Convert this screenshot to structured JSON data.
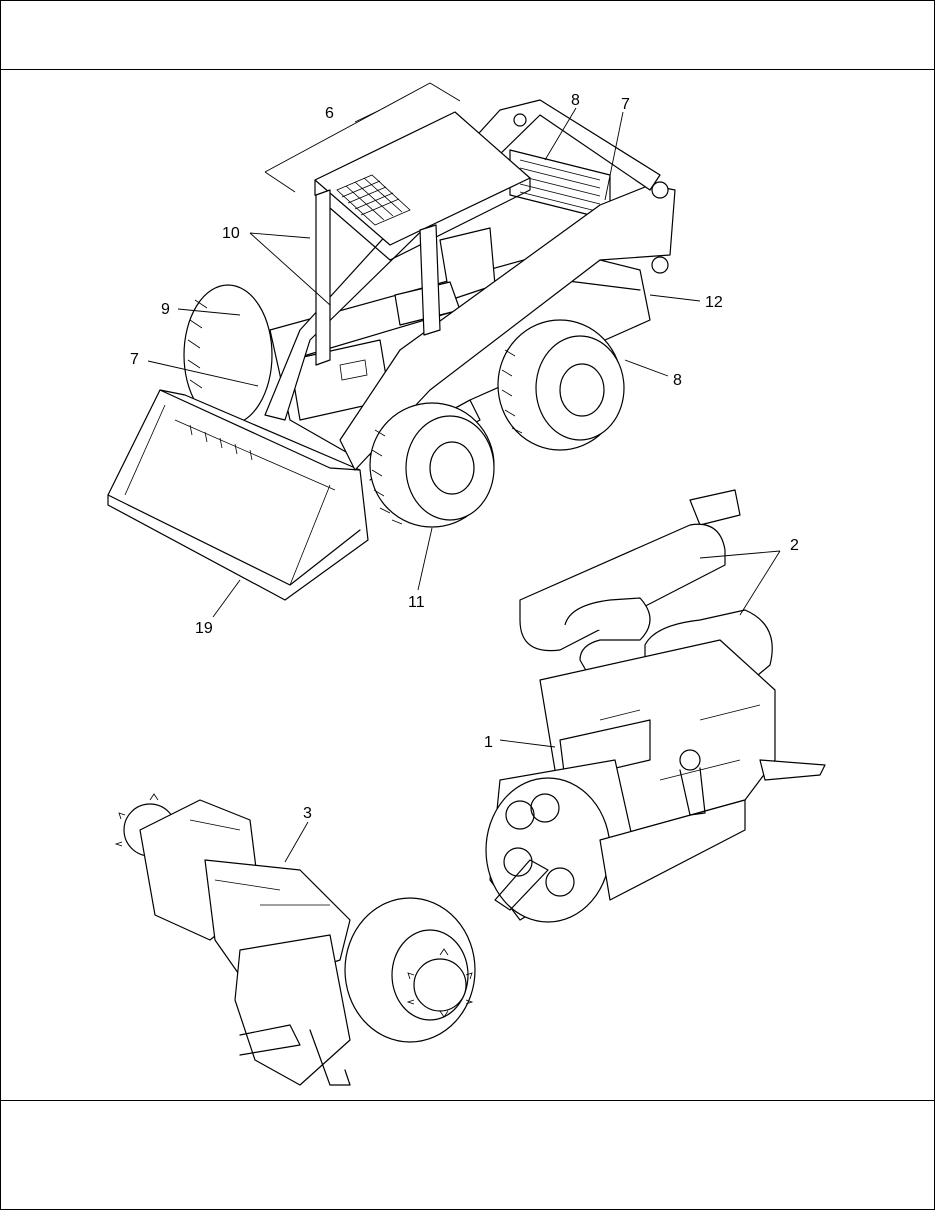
{
  "callouts": {
    "c6": "6",
    "c8a": "8",
    "c7a": "7",
    "c10": "10",
    "c9": "9",
    "c7b": "7",
    "c12": "12",
    "c8b": "8",
    "c11": "11",
    "c19": "19",
    "c2": "2",
    "c1": "1",
    "c3": "3"
  }
}
